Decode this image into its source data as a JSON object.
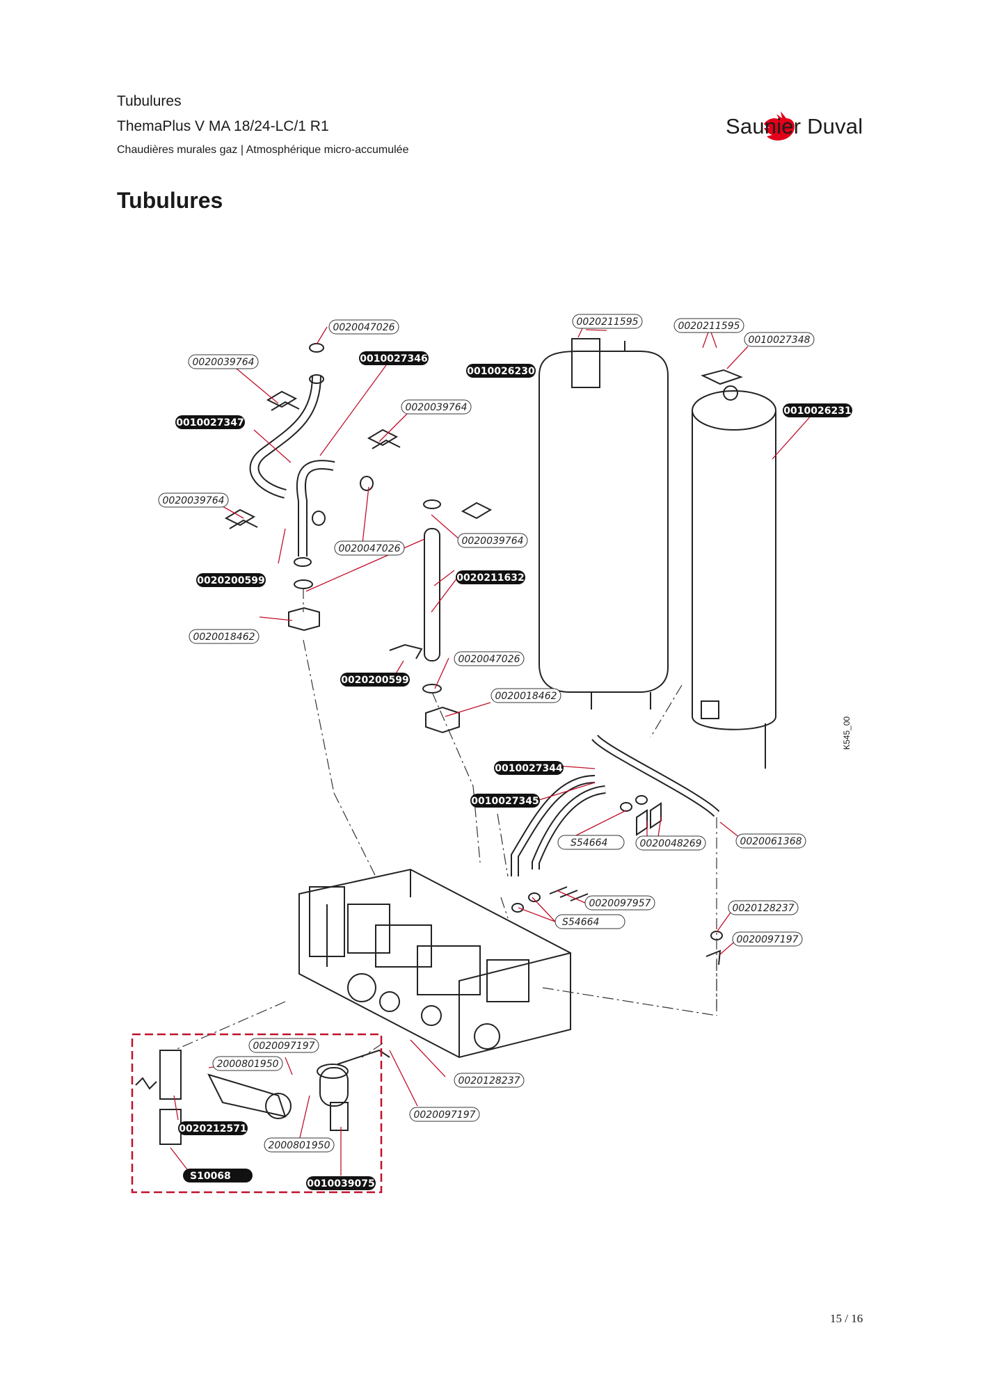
{
  "header": {
    "title": "Tubulures",
    "model": "ThemaPlus V MA 18/24-LC/1 R1",
    "category": "Chaudières murales gaz | Atmosphérique micro-accumulée"
  },
  "brand": {
    "name": "Saunier Duval",
    "color": "#e2001a"
  },
  "page_heading": "Tubulures",
  "drawing_ref": "K545_00",
  "page_number": "15 / 16",
  "labels": {
    "a": "0020047026",
    "b": "0010027346",
    "c": "0020039764",
    "d": "0010027347",
    "e": "0010026230",
    "f": "0020039764",
    "g": "0020211595",
    "h": "0020211595",
    "i": "0010027348",
    "j": "0010026231",
    "k": "0020039764",
    "l": "0020047026",
    "m": "0020039764",
    "n": "0020200599",
    "o": "0020211632",
    "p": "0020018462",
    "q": "0020047026",
    "r": "0020200599",
    "s": "0020018462",
    "t": "0010027344",
    "u": "0010027345",
    "v": "S54664",
    "w": "0020048269",
    "x": "0020061368",
    "y": "0020097957",
    "z": "0020128237",
    "aa": "S54664",
    "ab": "0020097197",
    "ac": "0020097197",
    "ad": "2000801950",
    "ae": "0020128237",
    "af": "0020212571",
    "ag": "0020097197",
    "ah": "2000801950",
    "ai": "S10068",
    "aj": "0010039075"
  }
}
